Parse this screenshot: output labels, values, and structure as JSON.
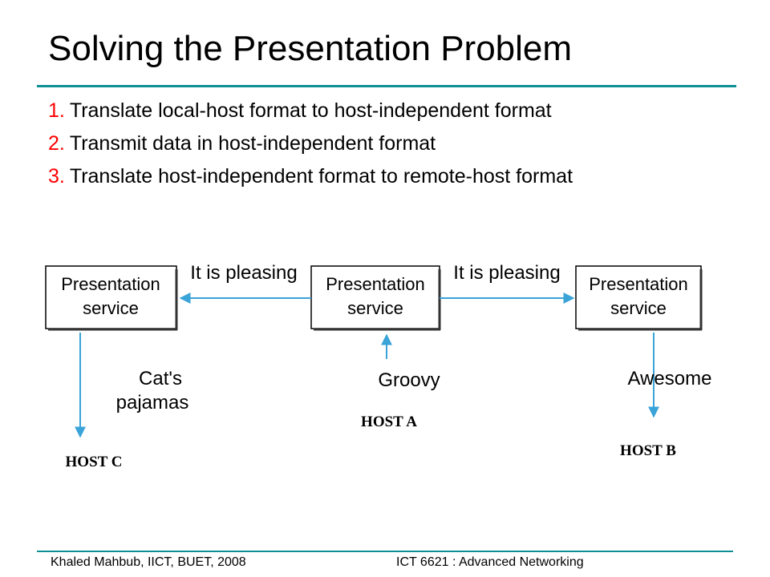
{
  "slide": {
    "title": "Solving the Presentation Problem",
    "accent_color": "#0e8f94",
    "number_color": "#ff0000",
    "steps": [
      {
        "num": "1.",
        "text": "Translate local-host format to host-independent format"
      },
      {
        "num": "2.",
        "text": "Transmit data in host-independent format"
      },
      {
        "num": "3.",
        "text": "Translate host-independent format to remote-host format"
      }
    ]
  },
  "diagram": {
    "arrow_color": "#3aa3d8",
    "boxes": {
      "left": [
        "Presentation",
        "service"
      ],
      "center": [
        "Presentation",
        "service"
      ],
      "right": [
        "Presentation",
        "service"
      ]
    },
    "message_left": "It is pleasing",
    "message_right": "It is pleasing",
    "host_c_phrase": [
      "Cat's",
      "pajamas"
    ],
    "host_a_phrase": "Groovy",
    "host_b_phrase": "Awesome",
    "host_a_label": "HOST A",
    "host_b_label": "HOST B",
    "host_c_label": "HOST C"
  },
  "footer": {
    "left": "Khaled Mahbub, IICT, BUET, 2008",
    "right": "ICT 6621 : Advanced Networking"
  }
}
